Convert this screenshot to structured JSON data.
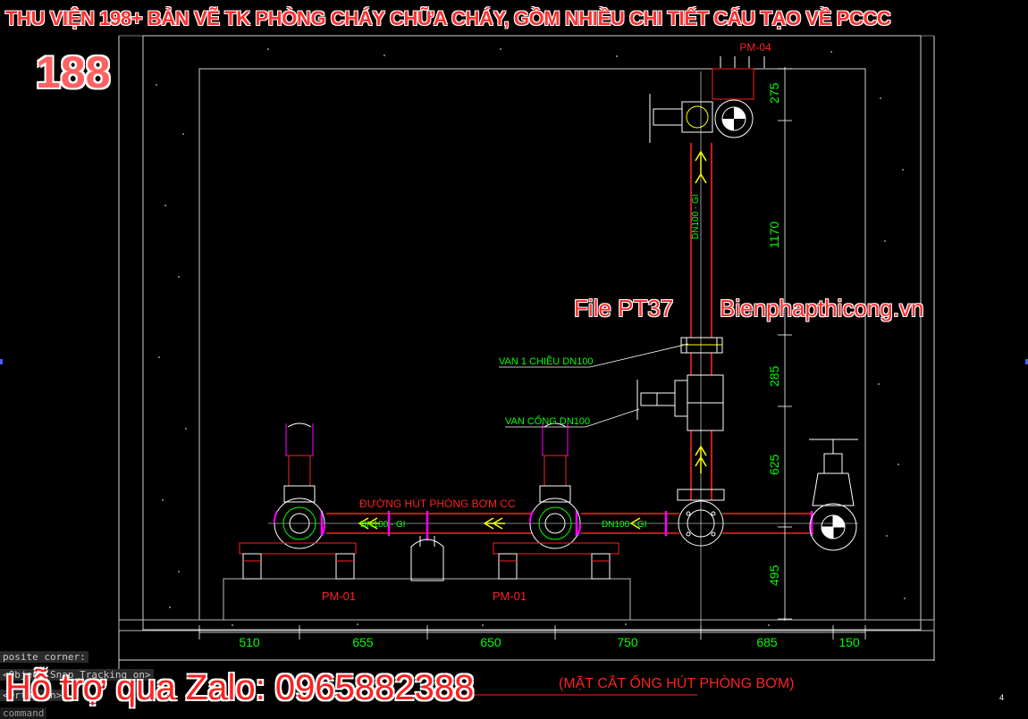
{
  "header": {
    "banner": "THU VIỆN 198+ BẢN VẼ TK PHÒNG CHÁY CHỮA CHÁY, GỒM NHIỀU CHI TIẾT CẤU TẠO VỀ PCCC",
    "count_badge": "188"
  },
  "watermark": {
    "file_label": "File PT37",
    "site_label": "Bienphapthicong.vn"
  },
  "drawing": {
    "tags": {
      "pm04": "PM-04",
      "pm01_left": "PM-01",
      "pm01_right": "PM-01"
    },
    "pipe_labels": {
      "vertical": "DN100 - GI",
      "suction_left": "DN100 - GI",
      "suction_right": "DN100 - GI"
    },
    "callouts": {
      "check_valve": "VAN 1 CHIỀU DN100",
      "gate_valve": "VAN CỔNG DN100",
      "suction_line": "ĐƯỜNG HÚT PHÒNG BƠM CC"
    },
    "vertical_dims": [
      "275",
      "1170",
      "285",
      "625",
      "495"
    ],
    "horizontal_dims": [
      "510",
      "655",
      "650",
      "750",
      "685",
      "150"
    ],
    "section_title": "(MẶT CẮT ỐNG HÚT PHÒNG BƠM)"
  },
  "footer": {
    "support": "Hỗ trợ qua Zalo: 0965882388"
  },
  "command_line": {
    "line1": "posite corner:",
    "line2": "<Object Snap Tracking on>",
    "line3": "<Ortho on>",
    "line4": "command"
  },
  "corner_mark": "4",
  "colors": {
    "background": "#000000",
    "pipe_red": "#ff2020",
    "magenta": "#ff00ff",
    "dimension_green": "#00ff00",
    "yellow": "#ffff00",
    "white": "#ffffff"
  }
}
